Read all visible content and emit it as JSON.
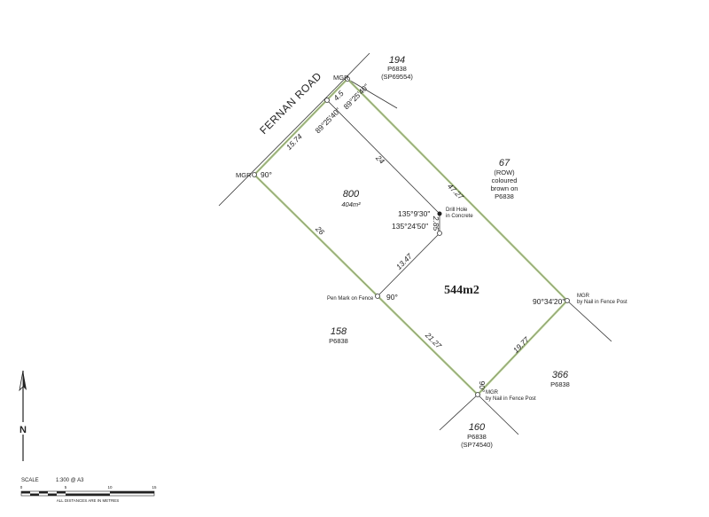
{
  "road": {
    "name": "FERNAN ROAD"
  },
  "lots": {
    "l194": {
      "number": "194",
      "plan": "P6838",
      "sp": "(SP69554)"
    },
    "l67": {
      "number": "67",
      "row": "(ROW)",
      "note1": "coloured",
      "note2": "brown on",
      "plan": "P6838"
    },
    "l800": {
      "number": "800",
      "area": "404m²"
    },
    "l158": {
      "number": "158",
      "plan": "P6838"
    },
    "l366": {
      "number": "366",
      "plan": "P6838"
    },
    "l160": {
      "number": "160",
      "plan": "P6838",
      "sp": "(SP74540)"
    }
  },
  "total_area": "544m2",
  "dimensions": {
    "d15_74": "15.74",
    "d4_5": "4.5",
    "d24": "24",
    "d47_27": "47.27",
    "d26": "26",
    "d2_85": "2.85",
    "d13_47": "13.47",
    "d21_27": "21.27",
    "d19_77": "19.77"
  },
  "angles": {
    "a_top1": "89°25'40\"",
    "a_top2": "89°25'40\"",
    "a_left": "90°",
    "a_dh1": "135°9'30\"",
    "a_dh2": "135°24'50\"",
    "a_pen": "90°",
    "a_right": "90°34'20\"",
    "a_bottom": "90°"
  },
  "marks": {
    "mgr_top": "MGR",
    "mgr_left": "MGR",
    "drill1": "Drill Hole",
    "drill2": "in Concrete",
    "pen": "Pen Mark on Fence",
    "mgr_right1": "MGR",
    "mgr_right2": "by Nail in Fence Post",
    "mgr_bottom1": "MGR",
    "mgr_bottom2": "by Nail in Fence Post"
  },
  "north": {
    "label": "N"
  },
  "scale": {
    "label": "SCALE",
    "ratio": "1:300 @ A3",
    "t0": "0",
    "t1": "5",
    "t2": "10",
    "t3": "15",
    "note": "ALL DISTANCES ARE IN METRES"
  },
  "colors": {
    "boundary": "#b5cf8e",
    "line": "#333333"
  }
}
